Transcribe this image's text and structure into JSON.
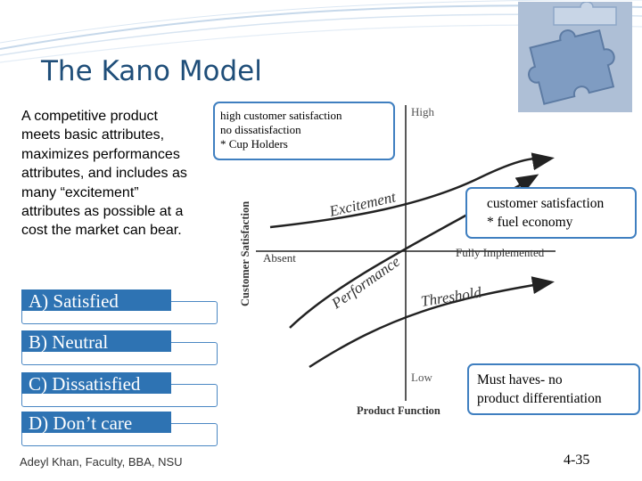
{
  "slide": {
    "title": "The Kano Model",
    "intro_text": "A competitive product meets basic attributes, maximizes performances attributes, and includes as many “excitement” attributes as possible at a cost the market can bear.",
    "answers": [
      {
        "label": "A)  Satisfied"
      },
      {
        "label": "B)  Neutral"
      },
      {
        "label": "C)  Dissatisfied"
      },
      {
        "label": "D) Don’t care"
      }
    ],
    "footer_author": "Adeyl Khan, Faculty, BBA, NSU",
    "page_number": "4-35"
  },
  "diagram": {
    "y_axis_label": "Customer Satisfaction",
    "x_axis_label": "Product Function",
    "y_high": "High",
    "y_low": "Low",
    "x_absent": "Absent",
    "x_fully_implemented": "Fully Implemented",
    "curve_labels": {
      "excitement": "Excitement",
      "performance": "Performance",
      "threshold": "Threshold"
    }
  },
  "callouts": {
    "excitement": [
      "high customer satisfaction",
      "no dissatisfaction",
      "* Cup Holders"
    ],
    "performance": [
      "customer satisfaction",
      "* fuel economy"
    ],
    "threshold": [
      "Must haves- no",
      "product differentiation"
    ]
  },
  "colors": {
    "title": "#1f4e79",
    "answer_fill": "#2e73b3",
    "callout_border": "#3f7fc0",
    "puzzle": "#b9c9df"
  }
}
